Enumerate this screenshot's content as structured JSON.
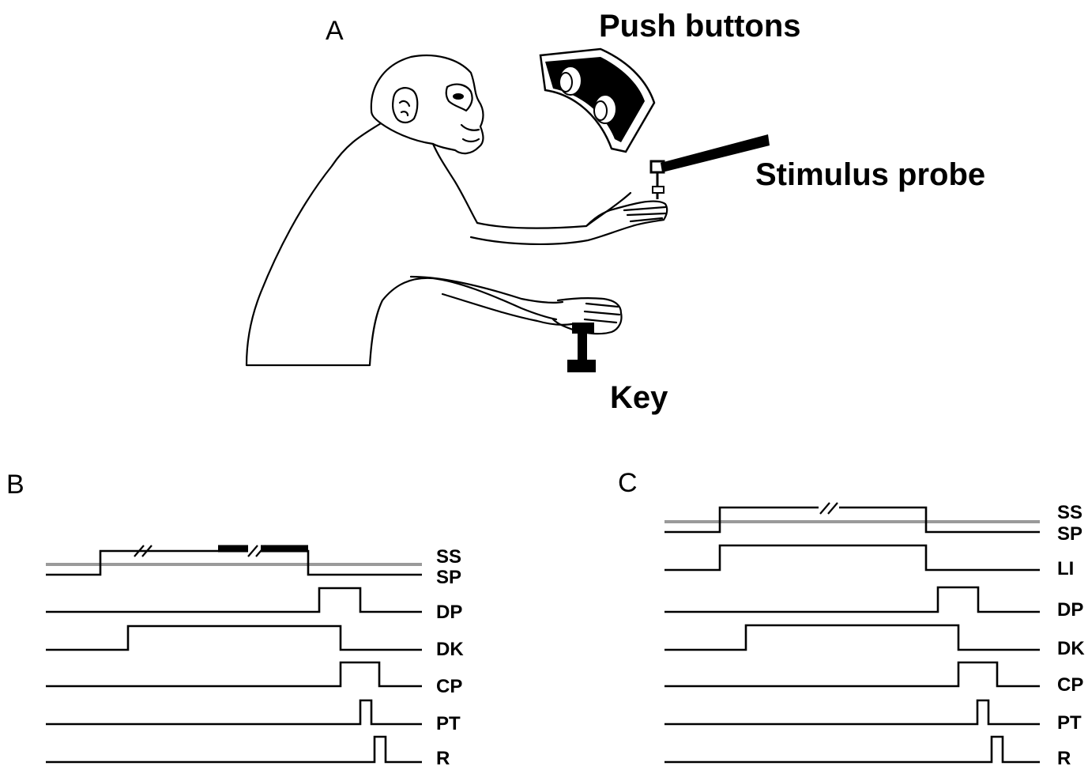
{
  "panel_a": {
    "letter": "A",
    "push_buttons_label": "Push buttons",
    "stimulus_probe_label": "Stimulus probe",
    "key_label": "Key"
  },
  "panel_b": {
    "letter": "B",
    "traces": [
      "SS",
      "SP",
      "DP",
      "DK",
      "CP",
      "PT",
      "R"
    ]
  },
  "panel_c": {
    "letter": "C",
    "traces": [
      "SS",
      "SP",
      "LI",
      "DP",
      "DK",
      "CP",
      "PT",
      "R"
    ]
  }
}
